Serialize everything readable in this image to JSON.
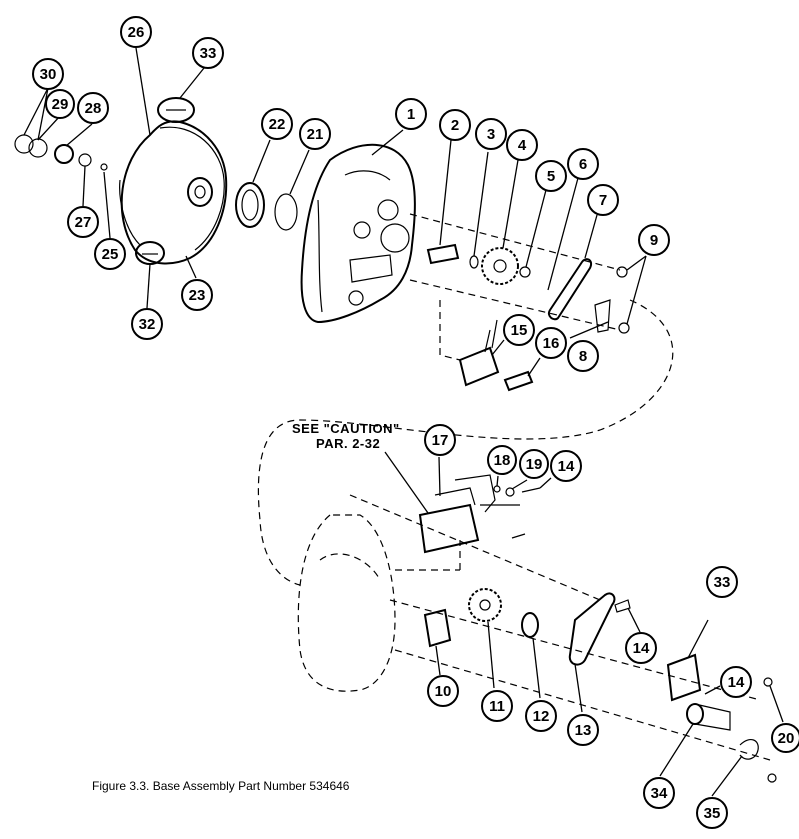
{
  "caption": "Figure 3.3. Base Assembly Part Number 534646",
  "note": {
    "line1": "SEE \"CAUTION\"",
    "line2": "PAR. 2-32"
  },
  "callouts": [
    {
      "id": "c1",
      "label": "1"
    },
    {
      "id": "c2",
      "label": "2"
    },
    {
      "id": "c3",
      "label": "3"
    },
    {
      "id": "c4",
      "label": "4"
    },
    {
      "id": "c5",
      "label": "5"
    },
    {
      "id": "c6",
      "label": "6"
    },
    {
      "id": "c7",
      "label": "7"
    },
    {
      "id": "c8",
      "label": "8"
    },
    {
      "id": "c9",
      "label": "9"
    },
    {
      "id": "c10",
      "label": "10"
    },
    {
      "id": "c11",
      "label": "11"
    },
    {
      "id": "c12",
      "label": "12"
    },
    {
      "id": "c13",
      "label": "13"
    },
    {
      "id": "c14a",
      "label": "14"
    },
    {
      "id": "c14b",
      "label": "14"
    },
    {
      "id": "c14c",
      "label": "14"
    },
    {
      "id": "c15",
      "label": "15"
    },
    {
      "id": "c16",
      "label": "16"
    },
    {
      "id": "c17",
      "label": "17"
    },
    {
      "id": "c18",
      "label": "18"
    },
    {
      "id": "c19",
      "label": "19"
    },
    {
      "id": "c20",
      "label": "20"
    },
    {
      "id": "c21",
      "label": "21"
    },
    {
      "id": "c22",
      "label": "22"
    },
    {
      "id": "c23",
      "label": "23"
    },
    {
      "id": "c25",
      "label": "25"
    },
    {
      "id": "c26",
      "label": "26"
    },
    {
      "id": "c27",
      "label": "27"
    },
    {
      "id": "c28",
      "label": "28"
    },
    {
      "id": "c29",
      "label": "29"
    },
    {
      "id": "c30",
      "label": "30"
    },
    {
      "id": "c32",
      "label": "32"
    },
    {
      "id": "c33a",
      "label": "33"
    },
    {
      "id": "c33b",
      "label": "33"
    },
    {
      "id": "c34",
      "label": "34"
    },
    {
      "id": "c35",
      "label": "35"
    }
  ]
}
